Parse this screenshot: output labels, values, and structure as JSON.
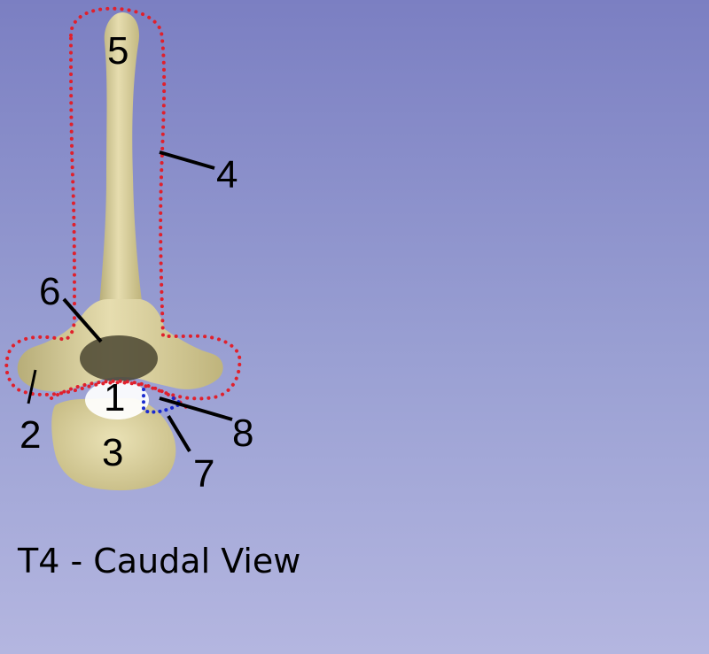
{
  "labels": {
    "one": "1",
    "two": "2",
    "three": "3",
    "four": "4",
    "five": "5",
    "six": "6",
    "seven": "7",
    "eight": "8"
  },
  "caption": "T4 - Caudal View",
  "colors": {
    "background_top": "#7b7fc2",
    "background_bottom": "#b4b6e0",
    "bone": "#ddd3a2",
    "bone_shadow": "#a79e6c",
    "outline_red": "#e0202c",
    "outline_blue": "#1a2bd0"
  }
}
